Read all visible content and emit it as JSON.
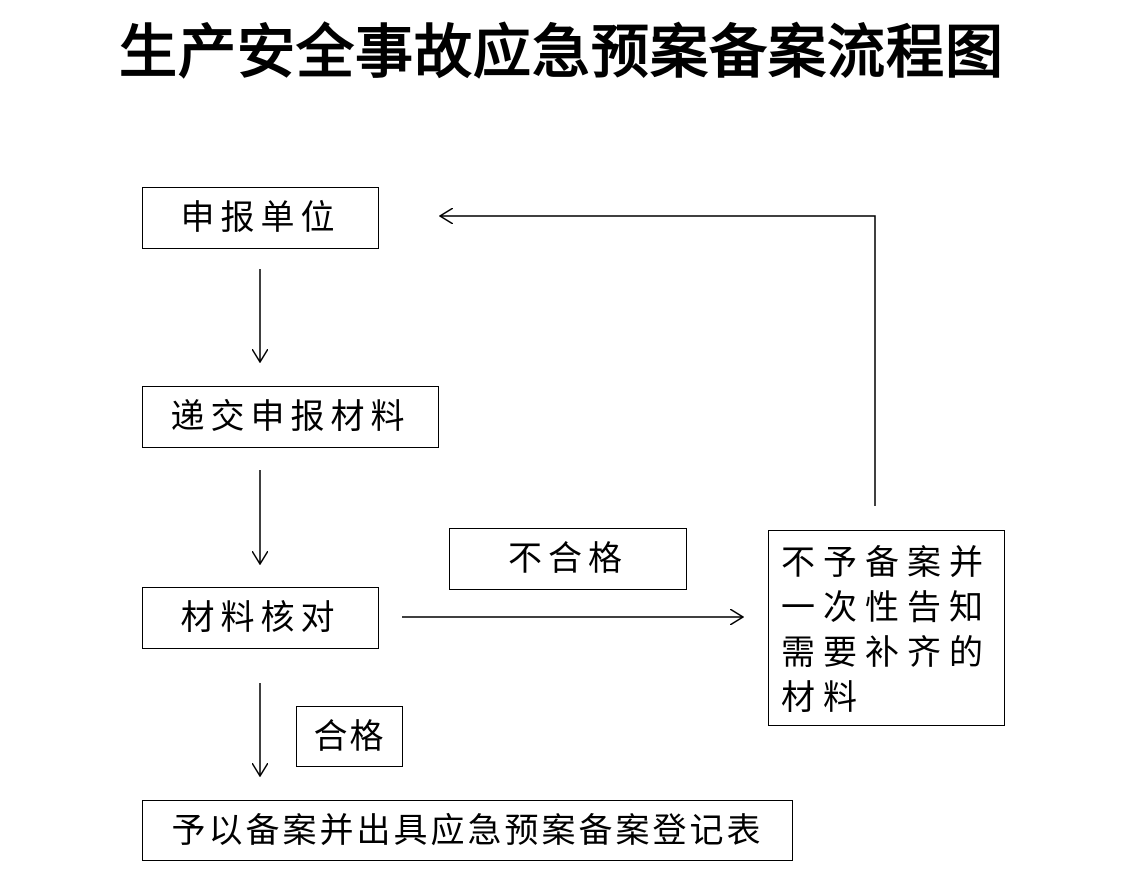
{
  "title": "生产安全事故应急预案备案流程图",
  "nodes": {
    "apply_unit": "申报单位",
    "submit_materials": "递交申报材料",
    "verify_materials": "材料核对",
    "unqualified_label": "不合格",
    "qualified_label": "合格",
    "reject_lines": [
      "不予备案并",
      "一次性告知",
      "需要补齐的",
      "材料"
    ],
    "approve": "予以备案并出具应急预案备案登记表"
  },
  "colors": {
    "line": "#000000",
    "background": "#ffffff"
  }
}
